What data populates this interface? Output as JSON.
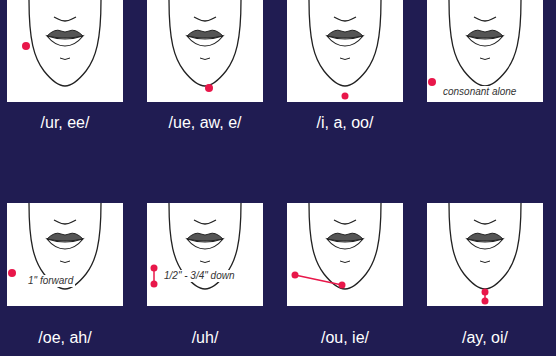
{
  "diagram": {
    "nodes": [
      {
        "text": [
          "/ur, ee/"
        ]
      },
      {
        "text": [
          "/ue, aw, e/"
        ]
      },
      {
        "text": [
          "/i, a, oo/"
        ]
      },
      {
        "text": [
          "consonant alone"
        ]
      },
      {
        "text": [
          "1\" forward",
          "/oe, ah/"
        ]
      },
      {
        "text": [
          "1/2\" - 3/4\" down",
          "/uh/"
        ]
      },
      {
        "text": [
          "/ou, ie/"
        ]
      },
      {
        "text": [
          "/ay, oi/"
        ]
      }
    ]
  }
}
